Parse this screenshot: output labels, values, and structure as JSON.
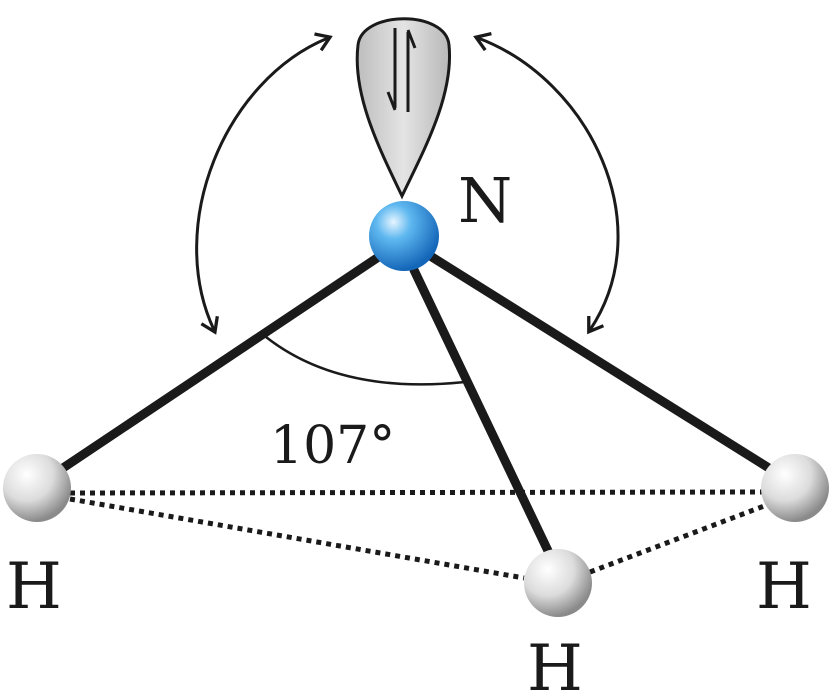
{
  "atoms": {
    "nitrogen": {
      "label": "N",
      "color": "#2a8fe0"
    },
    "hydrogen_left": {
      "label": "H",
      "color": "#d8d8d8"
    },
    "hydrogen_front": {
      "label": "H",
      "color": "#d8d8d8"
    },
    "hydrogen_right": {
      "label": "H",
      "color": "#d8d8d8"
    }
  },
  "bond_angle": {
    "label": "107°"
  },
  "lone_pair": {
    "electron_count": 2,
    "fill_color": "#d6d6d6"
  }
}
